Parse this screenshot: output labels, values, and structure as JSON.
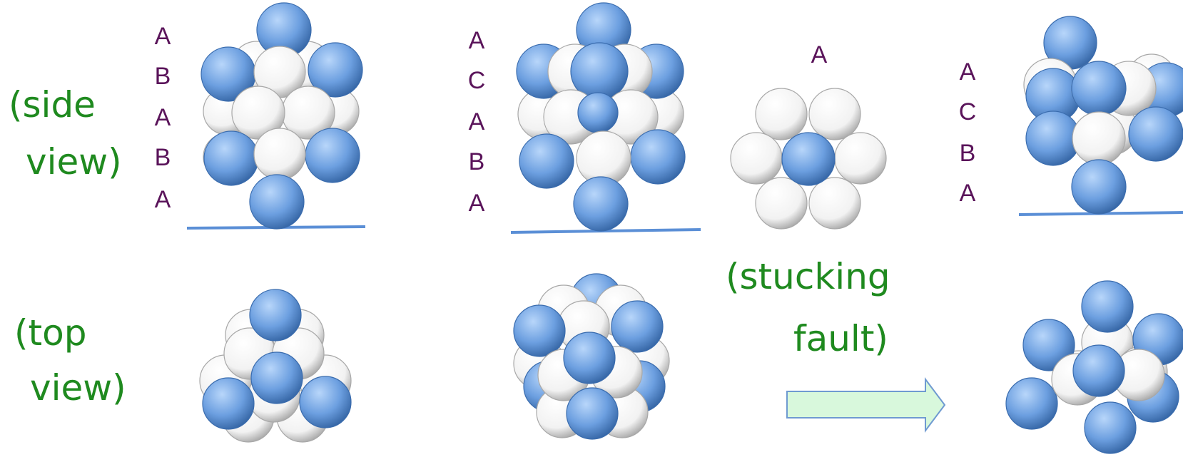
{
  "colors": {
    "blue_ball": "#5b8fd6",
    "white_ball": "#ffffff",
    "label_green": "#1f8a1f",
    "layer_letter": "#5a145a",
    "base_line": "#5b8fd6",
    "arrow_fill": "#d8f8dc",
    "arrow_stroke": "#6f9ad1"
  },
  "labels": {
    "side_view_line1": "(side",
    "side_view_line2": "view)",
    "top_view_line1": "(top",
    "top_view_line2": "view)",
    "stacking_fault_line1": "(stucking",
    "stacking_fault_line2": "fault)",
    "single_layer": "A"
  },
  "stack_sequences": {
    "hcp": [
      "A",
      "B",
      "A",
      "B",
      "A"
    ],
    "fcc": [
      "A",
      "C",
      "A",
      "B",
      "A"
    ],
    "faulted": [
      "A",
      "C",
      "B",
      "A"
    ]
  },
  "icons": {
    "arrow": "right-arrow-icon"
  }
}
